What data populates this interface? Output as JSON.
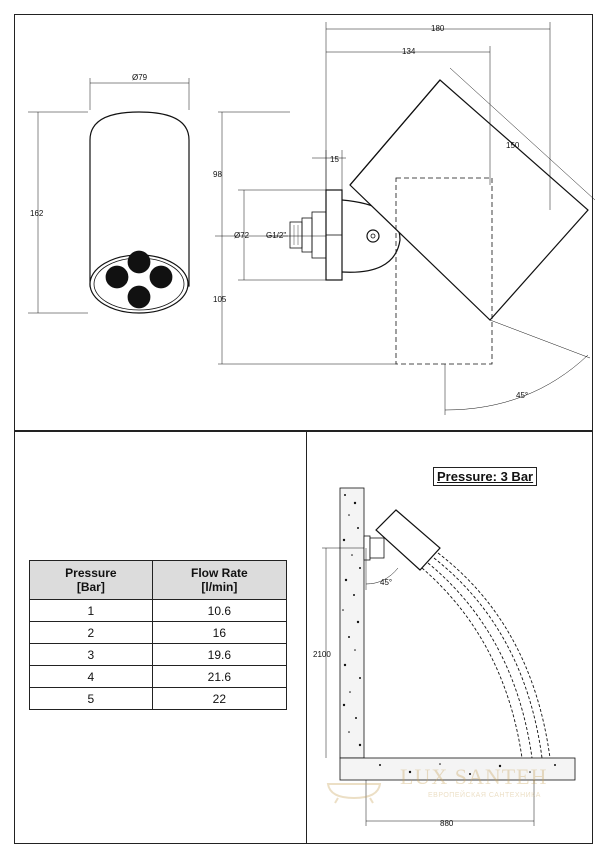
{
  "top_drawing": {
    "dims": {
      "diameter_79": "Ø79",
      "height_162": "162",
      "d180": "180",
      "d134": "134",
      "d150": "150",
      "d15": "15",
      "d98": "98",
      "d72": "Ø72",
      "thread": "G1/2\"",
      "d105": "105",
      "angle": "45°"
    }
  },
  "flow_table": {
    "headers": [
      "Pressure\n[Bar]",
      "Flow Rate\n[l/min]"
    ],
    "header_pressure": "Pressure",
    "header_pressure_unit": "[Bar]",
    "header_flow": "Flow Rate",
    "header_flow_unit": "[l/min]",
    "rows": [
      {
        "pressure": "1",
        "flow": "10.6"
      },
      {
        "pressure": "2",
        "flow": "16"
      },
      {
        "pressure": "3",
        "flow": "19.6"
      },
      {
        "pressure": "4",
        "flow": "21.6"
      },
      {
        "pressure": "5",
        "flow": "22"
      }
    ]
  },
  "install_drawing": {
    "pressure_label": "Pressure: 3 Bar",
    "height": "2100",
    "distance": "880",
    "angle": "45°"
  },
  "watermark": {
    "brand": "LUX SANTEH",
    "tagline": "ЕВРОПЕЙСКАЯ САНТЕХНИКА"
  }
}
